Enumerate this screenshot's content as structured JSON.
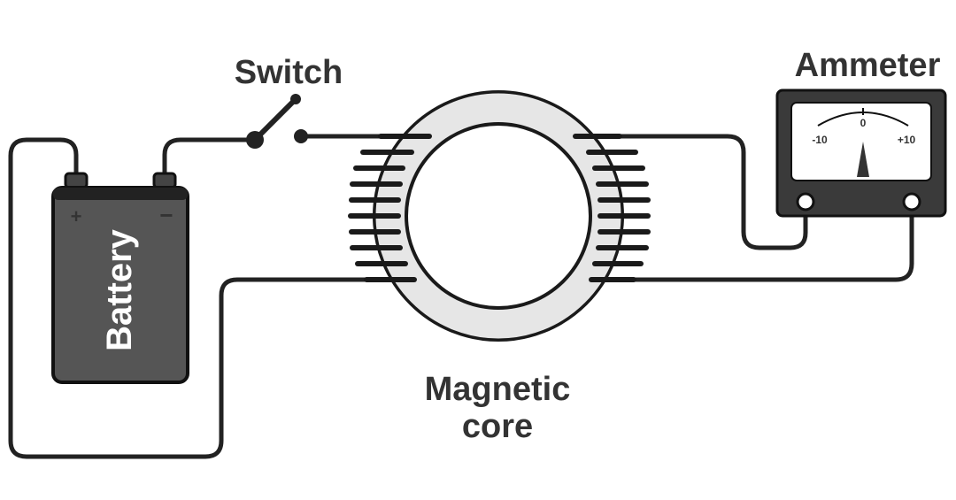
{
  "labels": {
    "switch": "Switch",
    "ammeter": "Ammeter",
    "battery": "Battery",
    "battery_plus": "+",
    "battery_minus": "−",
    "core_line1": "Magnetic",
    "core_line2": "core"
  },
  "ammeter_scale": {
    "left": "-10",
    "center": "0",
    "right": "+10"
  },
  "colors": {
    "wire": "#222222",
    "battery_body": "#555555",
    "core_ring": "#e6e6e6",
    "meter_case": "#3a3a3a",
    "meter_face": "#ffffff",
    "label_text": "#333333"
  }
}
